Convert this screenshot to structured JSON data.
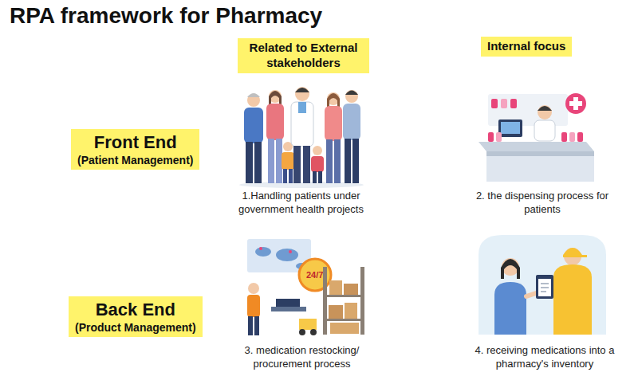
{
  "diagram": {
    "title": "RPA framework for Pharmacy",
    "nodes": [
      {
        "text": [
          "Related to External stakeholders"
        ]
      },
      {
        "text": [
          "Internal focus"
        ]
      },
      {
        "text": [
          "Front End",
          "(Patient Management)"
        ]
      },
      {
        "text": [
          "Back End",
          "(Product Management)"
        ]
      }
    ],
    "labels": [
      "1.Handling patients under government health projects",
      "2. the dispensing process for patients",
      "3. medication restocking/ procurement process",
      "4. receiving medications into a pharmacy's inventory",
      "24/7"
    ]
  }
}
